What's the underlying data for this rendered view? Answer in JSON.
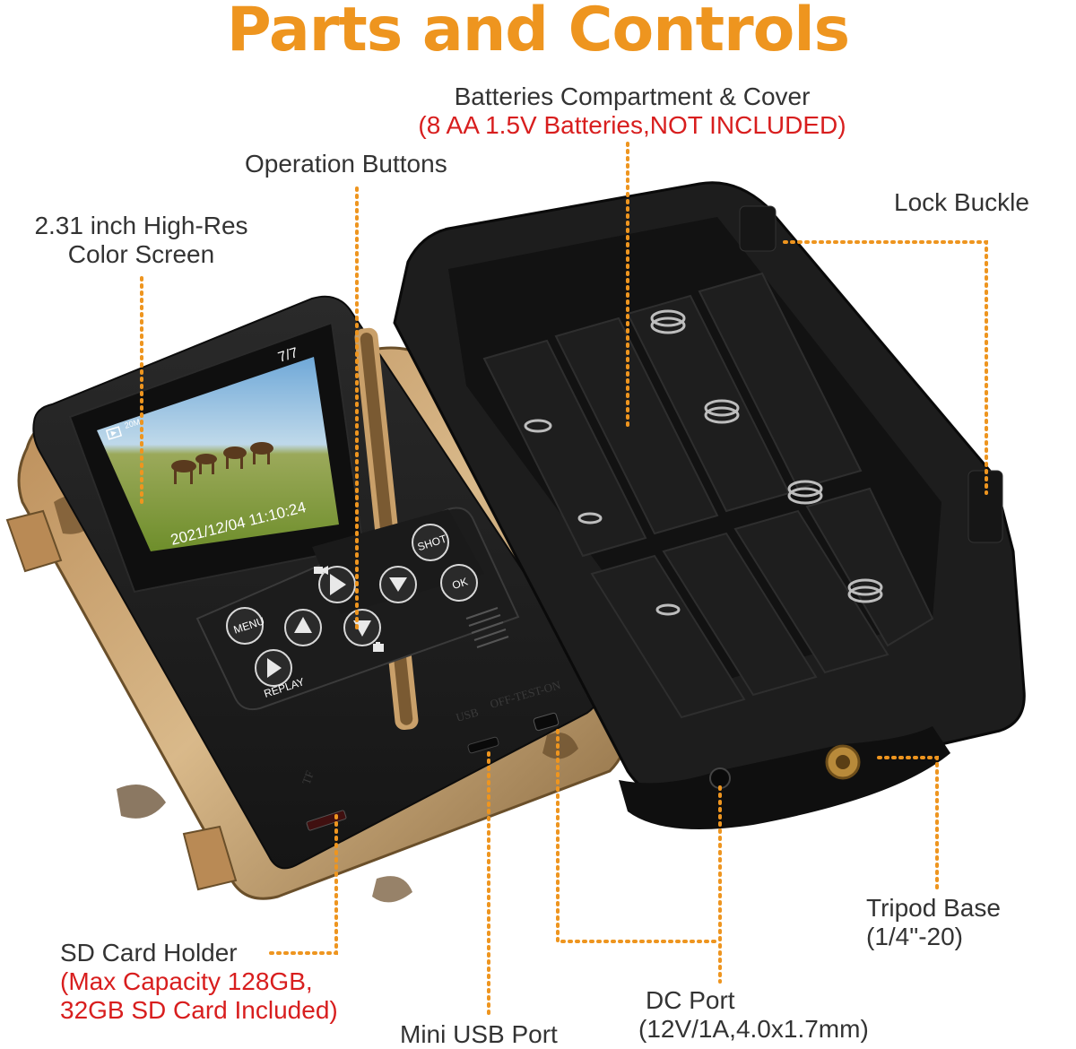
{
  "title": "Parts and Controls",
  "labels": {
    "batteries": {
      "line1": "Batteries Compartment & Cover",
      "line2": "(8 AA 1.5V Batteries,NOT INCLUDED)"
    },
    "operation_buttons": "Operation Buttons",
    "screen": {
      "line1": "2.31 inch High-Res",
      "line2": "Color Screen"
    },
    "lock_buckle": "Lock Buckle",
    "tripod": {
      "line1": "Tripod Base",
      "line2": "(1/4\"-20)"
    },
    "sd_card": {
      "line1": "SD Card Holder",
      "line2": "(Max Capacity 128GB,",
      "line3": "32GB SD Card Included)"
    },
    "dc_port": {
      "line1": "DC Port",
      "line2": "(12V/1A,4.0x1.7mm)"
    },
    "mini_usb": "Mini USB Port"
  },
  "screen": {
    "counter": "7/7",
    "datetime": "2021/12/04 11:10:24",
    "mode_badge": "20M"
  },
  "buttons": {
    "menu": "MENU",
    "shot": "SHOT",
    "ok": "OK",
    "replay": "REPLAY"
  },
  "device_markings": {
    "usb": "USB",
    "switch": "OFF-TEST-ON",
    "tf": "TF"
  },
  "colors": {
    "title": "#EE951F",
    "leader": "#EE951F",
    "warning_text": "#D81E1E",
    "label_text": "#333333"
  },
  "icons": [
    "play-icon",
    "up-arrow-icon",
    "down-arrow-icon",
    "right-arrow-icon",
    "video-camera-icon",
    "camera-icon"
  ]
}
